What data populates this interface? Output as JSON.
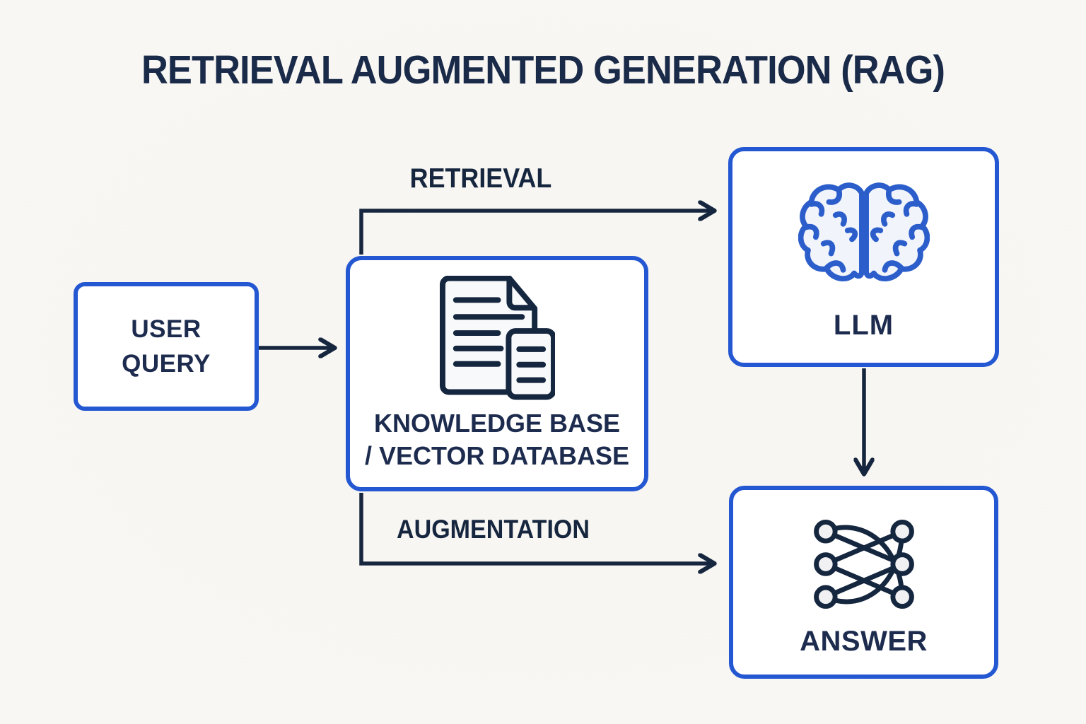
{
  "title": "RETRIEVAL AUGMENTED GENERATION (RAG)",
  "colors": {
    "background": "#f7f6f2",
    "box_border_blue": "#2457d2",
    "box_fill": "#ffffff",
    "text_navy": "#1d2c4e",
    "arrow_navy": "#16263e",
    "brain_icon_blue": "#2c5ecb",
    "icon_fill_light": "#f1f4fb",
    "node_fill_gray": "#f1f1f3"
  },
  "nodes": {
    "user_query": {
      "label": "USER QUERY"
    },
    "knowledge_base": {
      "label_line1": "KNOWLEDGE BASE",
      "label_line2": "/ VECTOR DATABASE",
      "icon": "documents-icon"
    },
    "llm": {
      "label": "LLM",
      "icon": "brain-icon"
    },
    "answer": {
      "label": "ANSWER",
      "icon": "neural-network-icon"
    }
  },
  "edge_labels": {
    "retrieval": "RETRIEVAL",
    "augmentation": "AUGMENTATION"
  },
  "edges": [
    {
      "from": "user_query",
      "to": "knowledge_base",
      "label": ""
    },
    {
      "from": "knowledge_base",
      "to": "llm",
      "label": "RETRIEVAL"
    },
    {
      "from": "knowledge_base",
      "to": "answer",
      "label": "AUGMENTATION"
    },
    {
      "from": "llm",
      "to": "answer",
      "label": ""
    }
  ]
}
